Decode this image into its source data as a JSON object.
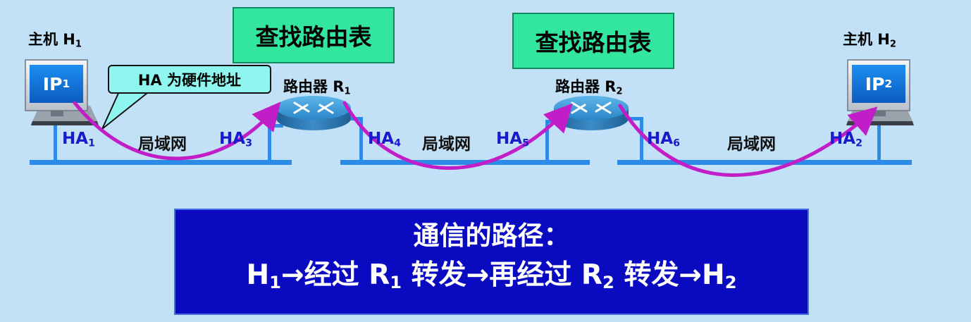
{
  "host1": {
    "label": "主机 H",
    "sub": "1",
    "ip": "IP",
    "ip_sub": "1"
  },
  "host2": {
    "label": "主机 H",
    "sub": "2",
    "ip": "IP",
    "ip_sub": "2"
  },
  "router1": {
    "label": "路由器 R",
    "sub": "1"
  },
  "router2": {
    "label": "路由器 R",
    "sub": "2"
  },
  "lookup_label": "查找路由表",
  "callout": "HA 为硬件地址",
  "lan_label": "局域网",
  "ha": [
    {
      "text": "HA",
      "sub": "1"
    },
    {
      "text": "HA",
      "sub": "3"
    },
    {
      "text": "HA",
      "sub": "4"
    },
    {
      "text": "HA",
      "sub": "5"
    },
    {
      "text": "HA",
      "sub": "6"
    },
    {
      "text": "HA",
      "sub": "2"
    }
  ],
  "path": {
    "title": "通信的路径：",
    "l_h": "H",
    "l_h_sub": "1",
    "l_a": "→经过 R",
    "l_a_sub": "1",
    "l_b": " 转发→再经过 R",
    "l_b_sub": "2",
    "l_c": " 转发→H",
    "l_c_sub": "2"
  },
  "colors": {
    "background": "#c2e0f6",
    "lan_line": "#2d8ae6",
    "arrow": "#c21ec8",
    "lookup": "#33e6a0",
    "path_box": "#0a0ac0",
    "ha_text": "#1a1acc"
  }
}
